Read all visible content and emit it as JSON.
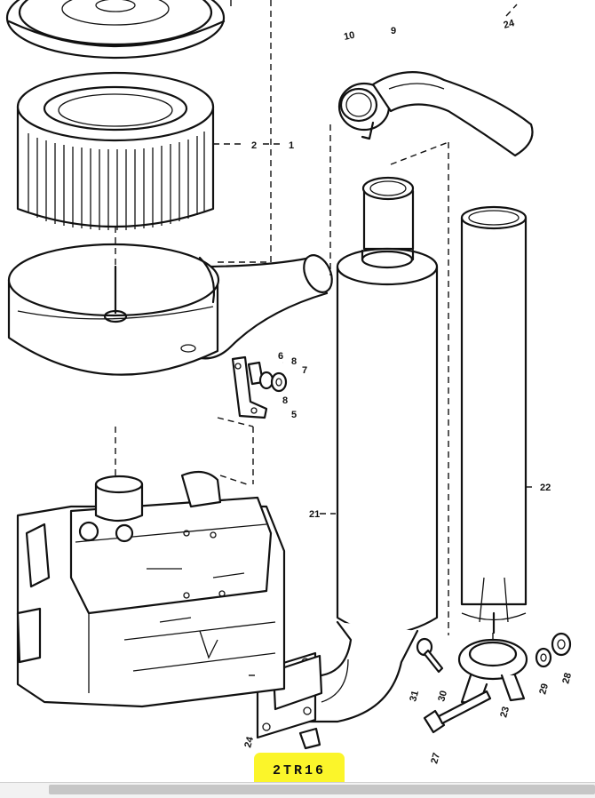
{
  "callouts": [
    {
      "id": "c24top",
      "text": "24"
    },
    {
      "id": "c10",
      "text": "10"
    },
    {
      "id": "c9",
      "text": "9"
    },
    {
      "id": "c2",
      "text": "2"
    },
    {
      "id": "c1",
      "text": "1"
    },
    {
      "id": "c6",
      "text": "6"
    },
    {
      "id": "c8a",
      "text": "8"
    },
    {
      "id": "c7",
      "text": "7"
    },
    {
      "id": "c8b",
      "text": "8"
    },
    {
      "id": "c5",
      "text": "5"
    },
    {
      "id": "c22",
      "text": "22"
    },
    {
      "id": "c21",
      "text": "21"
    },
    {
      "id": "c31",
      "text": "31"
    },
    {
      "id": "c30",
      "text": "30"
    },
    {
      "id": "c23",
      "text": "23"
    },
    {
      "id": "c29",
      "text": "29"
    },
    {
      "id": "c28",
      "text": "28"
    },
    {
      "id": "c24bot",
      "text": "24"
    },
    {
      "id": "c27",
      "text": "27"
    }
  ],
  "diagram_code": "2TR16"
}
